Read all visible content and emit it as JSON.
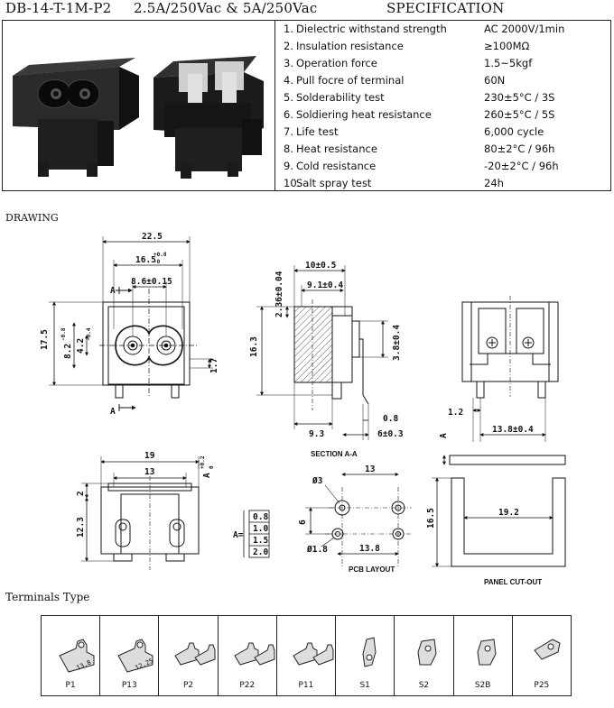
{
  "header": {
    "model": "DB-14-T-1M-P2",
    "rating": "2.5A/250Vac & 5A/250Vac",
    "spec_title": "SPECIFICATION"
  },
  "spec": [
    {
      "n": "1.",
      "label": "Dielectric withstand strength",
      "value": "AC 2000V/1min"
    },
    {
      "n": "2.",
      "label": "Insulation resistance",
      "value": "≥100MΩ"
    },
    {
      "n": "3.",
      "label": "Operation force",
      "value": "1.5~5kgf"
    },
    {
      "n": "4.",
      "label": "Pull focre of terminal",
      "value": "60N"
    },
    {
      "n": "5.",
      "label": "Solderability test",
      "value": "230±5°C / 3S"
    },
    {
      "n": "6.",
      "label": "Soldiering heat resistance",
      "value": "260±5°C / 5S"
    },
    {
      "n": "7.",
      "label": "Life test",
      "value": "6,000 cycle"
    },
    {
      "n": "8.",
      "label": "Heat resistance",
      "value": "80±2°C / 96h"
    },
    {
      "n": "9.",
      "label": "Cold resistance",
      "value": "-20±2°C / 96h"
    },
    {
      "n": "10.",
      "label": "Salt spray test",
      "value": "24h"
    }
  ],
  "drawing": {
    "title": "DRAWING",
    "front": {
      "w": "22.5",
      "w2": "16.5",
      "w2_tol": "+0.8",
      "w2_tol2": "-0",
      "pin": "8.6±0.15",
      "h": "17.5",
      "h2": "8.2",
      "h2_tol": "-0.8",
      "h3": "4.2",
      "h3_tol": "-0.4",
      "right": "1.7",
      "section": "A"
    },
    "side": {
      "top1": "10±0.5",
      "top2": "9.1±0.4",
      "v1": "2.36±0.04",
      "h": "16.3",
      "r": "3.8±0.4",
      "b1": "9.3",
      "b2": "0.8",
      "b3": "6±0.3",
      "caption": "SECTION A-A"
    },
    "back": {
      "d1": "1.2",
      "d2": "13.8±0.4"
    },
    "bottom": {
      "w": "19",
      "w2": "13",
      "a": "A",
      "a_tol": "+0.2",
      "a_tol2": "0",
      "h1": "2",
      "h2": "12.3"
    },
    "a_table": {
      "label": "A=",
      "values": [
        "0.8",
        "1.0",
        "1.5",
        "2.0"
      ]
    },
    "pcb": {
      "w": "13",
      "d1": "Ø3",
      "h": "6",
      "d2": "Ø1.8",
      "w2": "13.8",
      "caption": "PCB LAYOUT"
    },
    "panel": {
      "a": "A",
      "h": "16.5",
      "w": "19.2",
      "caption": "PANEL CUT-OUT"
    }
  },
  "terminals": {
    "title": "Terminals Type",
    "items": [
      {
        "name": "P1",
        "tag": "13.8"
      },
      {
        "name": "P13",
        "tag": "12.25"
      },
      {
        "name": "P2",
        "tag": ""
      },
      {
        "name": "P22",
        "tag": ""
      },
      {
        "name": "P11",
        "tag": ""
      },
      {
        "name": "S1",
        "tag": ""
      },
      {
        "name": "S2",
        "tag": ""
      },
      {
        "name": "S2B",
        "tag": ""
      },
      {
        "name": "P25",
        "tag": ""
      }
    ]
  }
}
